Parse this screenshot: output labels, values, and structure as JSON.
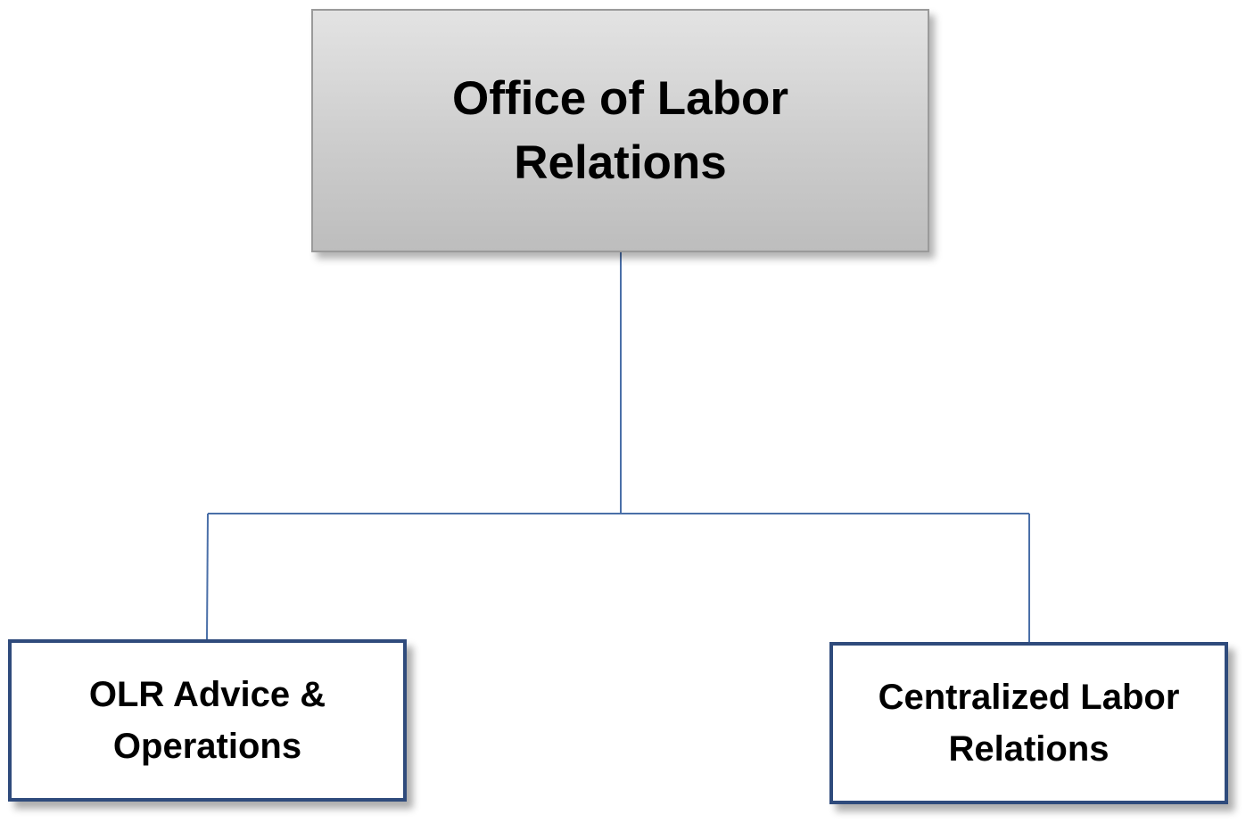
{
  "diagram": {
    "root": {
      "line1": "Office of Labor",
      "line2": "Relations"
    },
    "children": [
      {
        "line1": "OLR Advice &",
        "line2": "Operations"
      },
      {
        "line1": "Centralized Labor",
        "line2": "Relations"
      }
    ],
    "colors": {
      "connector": "#4a6fa8",
      "child_border": "#2f4b7c",
      "root_fill": "#cdcdcd"
    }
  }
}
